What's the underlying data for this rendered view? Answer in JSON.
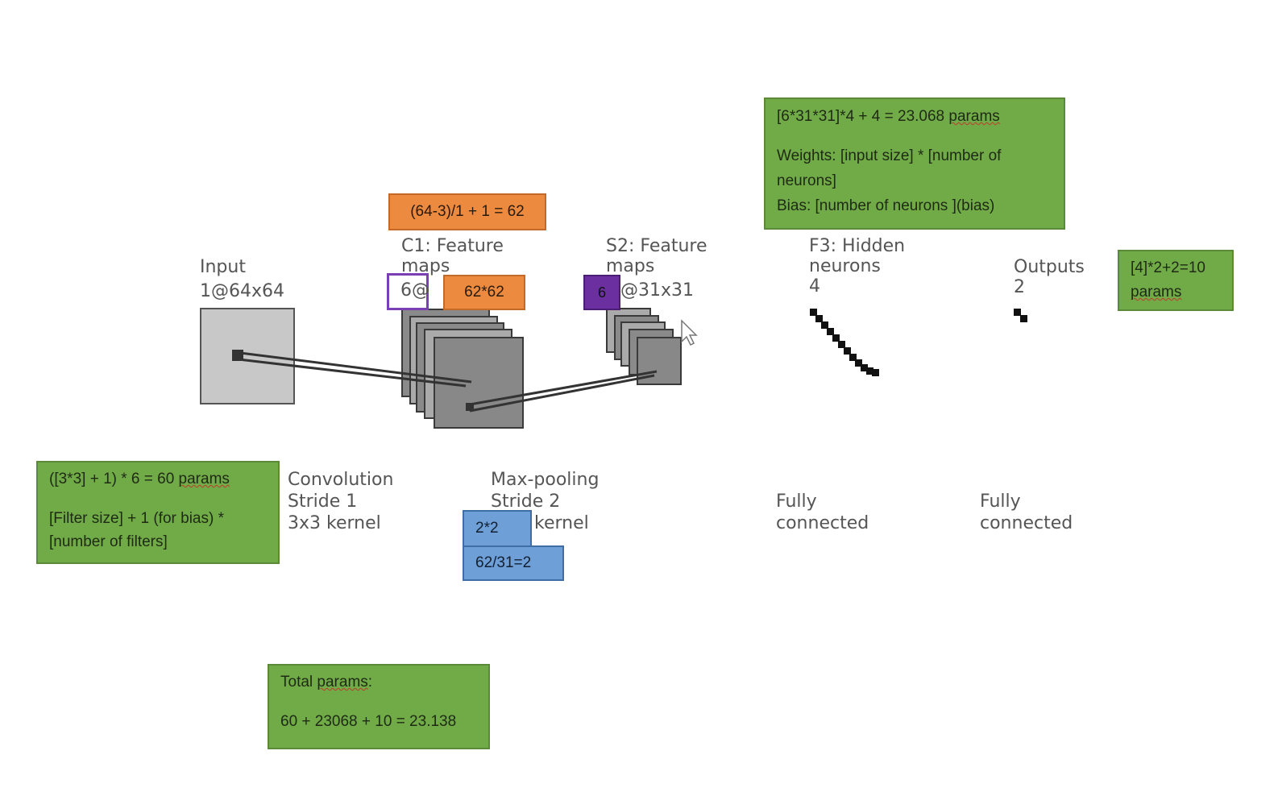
{
  "layers": {
    "input": {
      "title": "Input",
      "size": "1@64x64"
    },
    "c1": {
      "title_line1": "C1: Feature",
      "title_line2": "maps",
      "count": "6@",
      "size": "62*62"
    },
    "s2": {
      "title_line1": "S2: Feature",
      "title_line2": "maps",
      "count": "6",
      "size": "@31x31"
    },
    "f3": {
      "title_line1": "F3: Hidden",
      "title_line2": "neurons",
      "count": "4"
    },
    "outputs": {
      "title": "Outputs",
      "count": "2"
    }
  },
  "operations": {
    "conv": {
      "line1": "Convolution",
      "line2": "Stride 1",
      "line3": "3x3 kernel"
    },
    "pool": {
      "line1": "Max-pooling",
      "line2": "Stride 2",
      "kernel_size": "2*2",
      "line3": "kernel"
    },
    "fc1": {
      "line1": "Fully",
      "line2": "connected"
    },
    "fc2": {
      "line1": "Fully",
      "line2": "connected"
    }
  },
  "annotations": {
    "conv_output_formula": "(64-3)/1 + 1 = 62",
    "pool_calc": "62/31=2",
    "conv_params": {
      "formula": "([3*3] + 1) * 6 = 60",
      "unit": "params",
      "explain_line1": "[Filter size] + 1 (for bias) *",
      "explain_line2": "[number of filters]"
    },
    "fc_params": {
      "formula": "[6*31*31]*4 + 4 = 23.068",
      "unit": "params",
      "weights_line1": "Weights: [input size] * [number of",
      "weights_line2": "neurons]",
      "bias": "Bias: [number of neurons ](bias)"
    },
    "output_params": {
      "formula": "[4]*2+2=10",
      "unit": "params"
    },
    "total_params": {
      "title_prefix": "Total",
      "title_word": "params",
      "title_suffix": ":",
      "sum": "60 + 23068 + 10 = 23.138"
    }
  },
  "colors": {
    "green": "#71ab48",
    "orange": "#ec8a3f",
    "blue": "#6e9fd7",
    "purple": "#6b2fa0",
    "input_fill": "#c8c8c8",
    "map_fill": "#888888"
  }
}
